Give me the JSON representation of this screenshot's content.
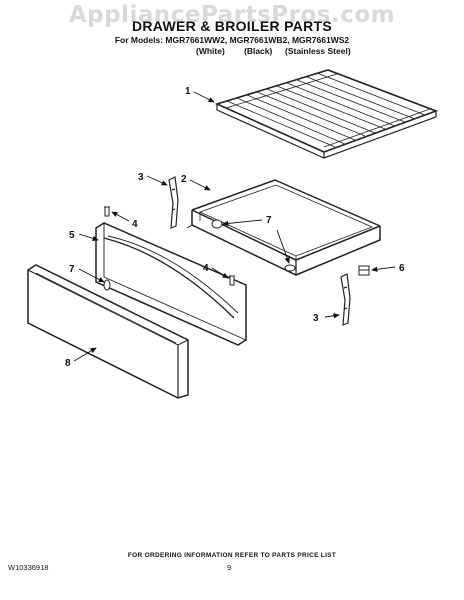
{
  "watermark": "AppliancePartsPros.com",
  "header": {
    "title": "DRAWER & BROILER PARTS",
    "models": "For Models: MGR7661WW2, MGR7661WB2, MGR7661WS2",
    "colors": [
      "(White)",
      "(Black)",
      "(Stainless Steel)"
    ]
  },
  "callouts": [
    "1",
    "2",
    "3",
    "4",
    "5",
    "6",
    "7",
    "8"
  ],
  "footer": {
    "note": "FOR ORDERING INFORMATION REFER TO PARTS PRICE LIST",
    "doc_number": "W10336918",
    "page": "9"
  }
}
